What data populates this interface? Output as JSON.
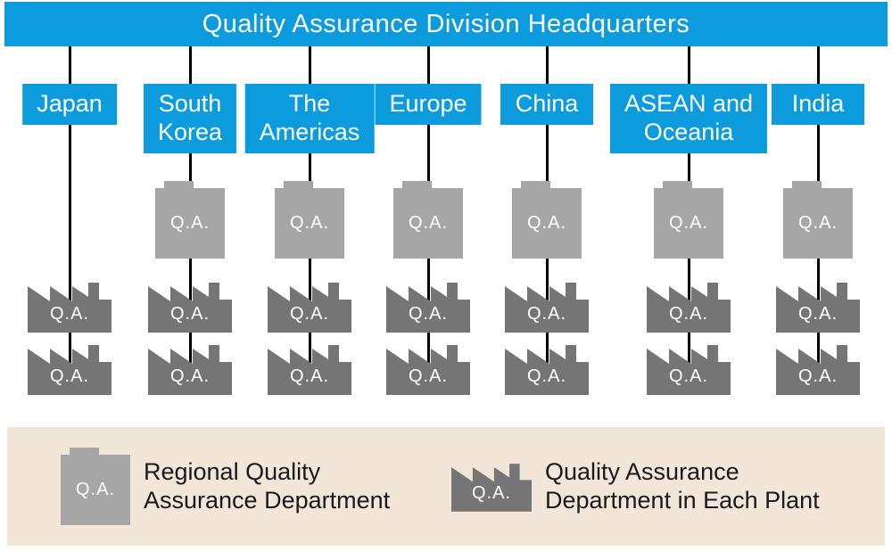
{
  "header": {
    "title": "Quality Assurance Division Headquarters"
  },
  "org": {
    "qa_label": "Q.A.",
    "regions": [
      {
        "label": "Japan",
        "regional_qa": false,
        "plant_qa_count": 2
      },
      {
        "label": "South\nKorea",
        "regional_qa": true,
        "plant_qa_count": 2
      },
      {
        "label": "The\nAmericas",
        "regional_qa": true,
        "plant_qa_count": 2
      },
      {
        "label": "Europe",
        "regional_qa": true,
        "plant_qa_count": 2
      },
      {
        "label": "China",
        "regional_qa": true,
        "plant_qa_count": 2
      },
      {
        "label": "ASEAN and\nOceania",
        "regional_qa": true,
        "plant_qa_count": 2
      },
      {
        "label": "India",
        "regional_qa": true,
        "plant_qa_count": 2
      }
    ]
  },
  "legend": {
    "items": [
      {
        "icon": "building-icon",
        "qa_label": "Q.A.",
        "label": "Regional Quality\nAssurance Department"
      },
      {
        "icon": "factory-icon",
        "qa_label": "Q.A.",
        "label": "Quality Assurance\nDepartment in Each Plant"
      }
    ]
  },
  "colors": {
    "accent_blue": "#0c9bdc",
    "building_gray": "#a6a6a6",
    "factory_gray": "#757575",
    "legend_bg": "#f2e6d8",
    "connector_black": "#000000"
  }
}
